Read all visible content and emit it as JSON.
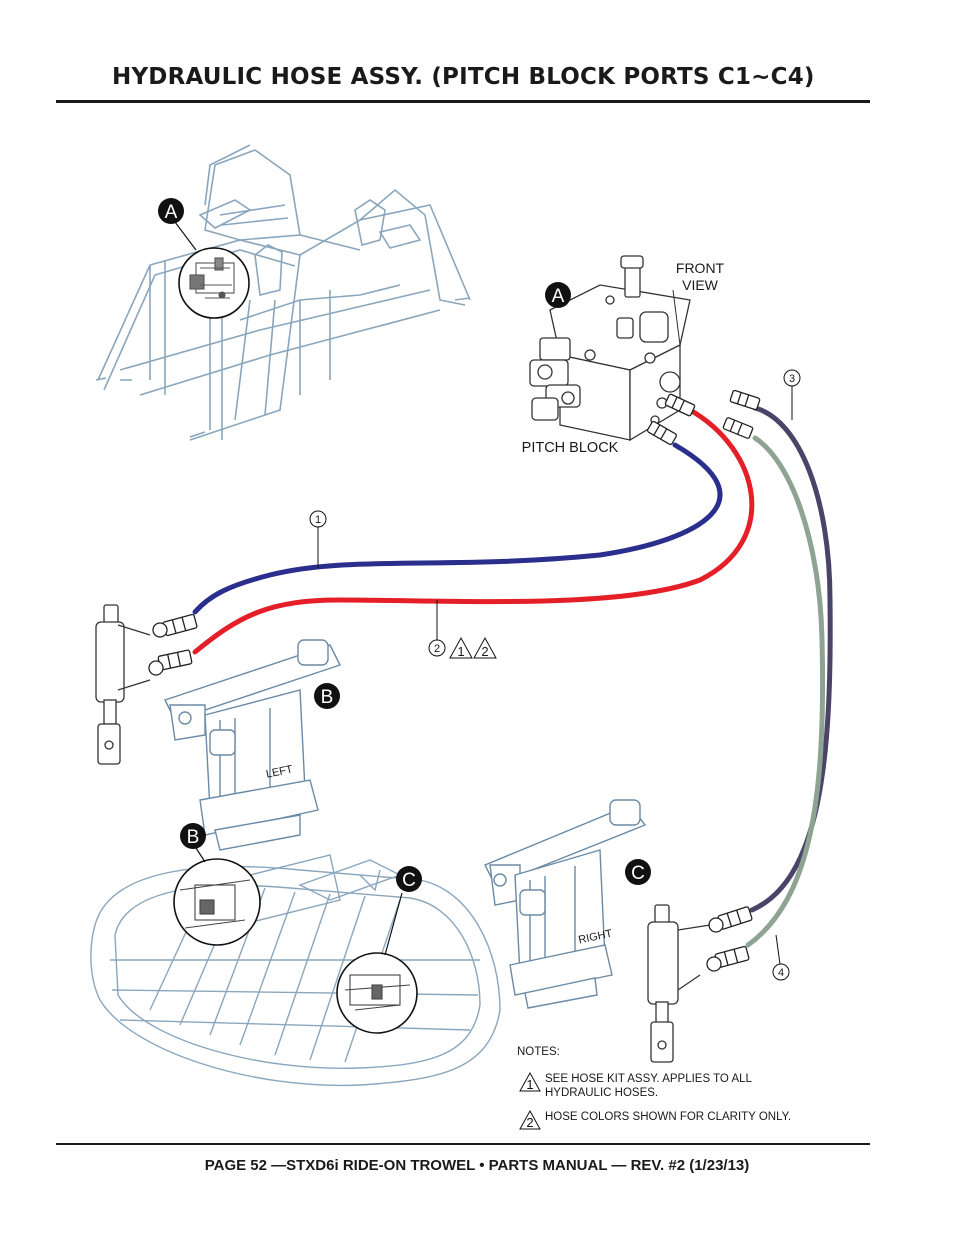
{
  "header": {
    "title": "HYDRAULIC HOSE ASSY. (PITCH BLOCK PORTS C1~C4)"
  },
  "callouts": {
    "a_frame": "A",
    "a_block": "A",
    "b_left": "B",
    "b_trowel": "B",
    "c_trowel": "C",
    "c_right": "C"
  },
  "labels": {
    "front_view": [
      "FRONT",
      "VIEW"
    ],
    "pitch_block": "PITCH BLOCK",
    "left": "LEFT",
    "right": "RIGHT"
  },
  "items": [
    "1",
    "2",
    "3",
    "4"
  ],
  "note_markers": [
    "1",
    "2"
  ],
  "hose_colors": {
    "hose_1": "#2a2e8c",
    "hose_2": "#e41f28",
    "hose_3": "#4a4568",
    "hose_4": "#8fa392"
  },
  "notes": {
    "heading": "NOTES:",
    "note_1": [
      "SEE HOSE KIT ASSY.  APPLIES TO ALL",
      "HYDRAULIC HOSES."
    ],
    "note_2": "HOSE COLORS SHOWN FOR CLARITY ONLY."
  },
  "footer": {
    "text": "PAGE 52 —STXD6i RIDE-ON TROWEL • PARTS MANUAL — REV. #2 (1/23/13)"
  }
}
